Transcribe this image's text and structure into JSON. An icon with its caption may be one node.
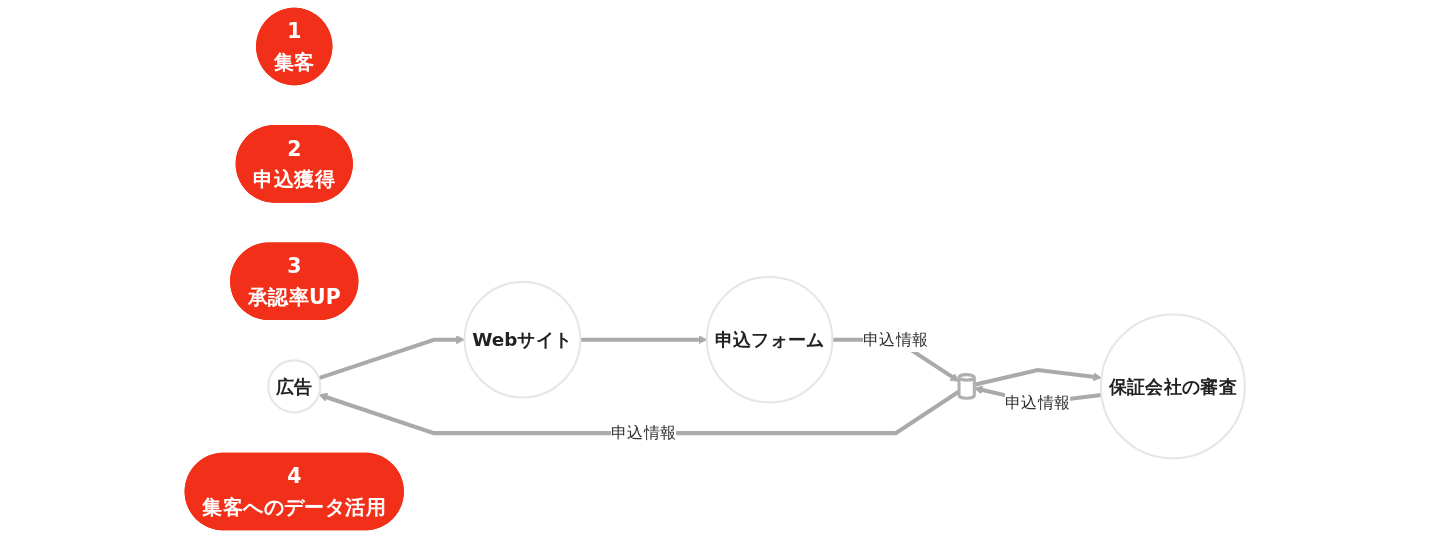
{
  "diagram": {
    "nodes": [
      {
        "text": [
          "1",
          "集客"
        ]
      },
      {
        "text": [
          "2",
          "申込獲得"
        ]
      },
      {
        "text": [
          "3",
          "承認率UP"
        ]
      },
      {
        "text": [
          "広告"
        ]
      },
      {
        "text": [
          "Webサイト"
        ]
      },
      {
        "text": [
          "申込フォーム"
        ]
      },
      {
        "text": [],
        "shape": "cylinder"
      },
      {
        "text": [
          "保証会社の審査"
        ]
      },
      {
        "text": [
          "4",
          "集客へのデータ活用"
        ]
      }
    ],
    "edges": [
      {
        "from": 3,
        "to": 4,
        "arrow": "to"
      },
      {
        "from": 4,
        "to": 5,
        "arrow": "to"
      },
      {
        "from": 5,
        "to": 6,
        "arrow": "to",
        "label": "申込情報"
      },
      {
        "from": 6,
        "to": 7,
        "arrow": "to"
      },
      {
        "from": 7,
        "to": 6,
        "arrow": "to",
        "label": "申込情報"
      },
      {
        "from": 6,
        "to": 3,
        "arrow": "to",
        "label": "申込情報"
      }
    ]
  }
}
